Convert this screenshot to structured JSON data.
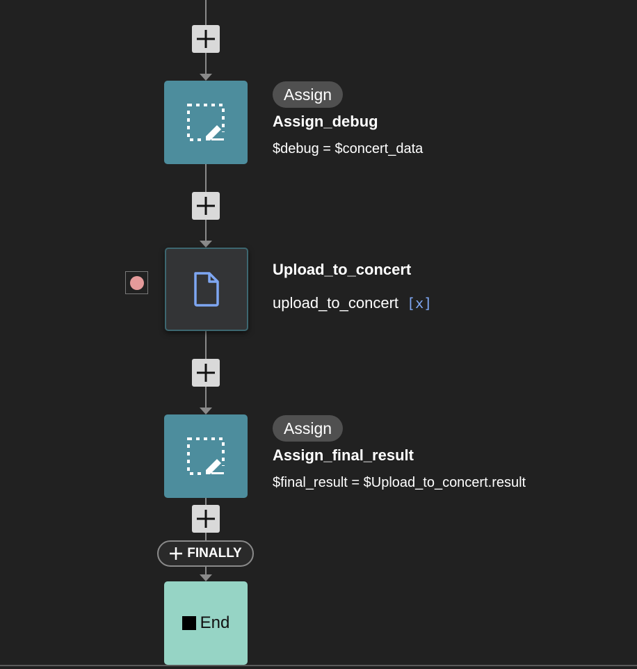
{
  "flow": {
    "nodes": [
      {
        "type_badge": "Assign",
        "title": "Assign_debug",
        "subtitle": "$debug = $concert_data",
        "icon": "assign-edit-icon",
        "color": "#4d8d9d"
      },
      {
        "title": "Upload_to_concert",
        "subtitle": "upload_to_concert",
        "variable_icon": "[x]",
        "icon": "file-icon",
        "breakpoint_color": "#e59a9a"
      },
      {
        "type_badge": "Assign",
        "title": "Assign_final_result",
        "subtitle": "$final_result = $Upload_to_concert.result",
        "icon": "assign-edit-icon",
        "color": "#4d8d9d"
      }
    ],
    "add_step_icon": "plus-icon",
    "finally_label": "FINALLY",
    "end_label": "End",
    "end_color": "#96d4c5"
  }
}
